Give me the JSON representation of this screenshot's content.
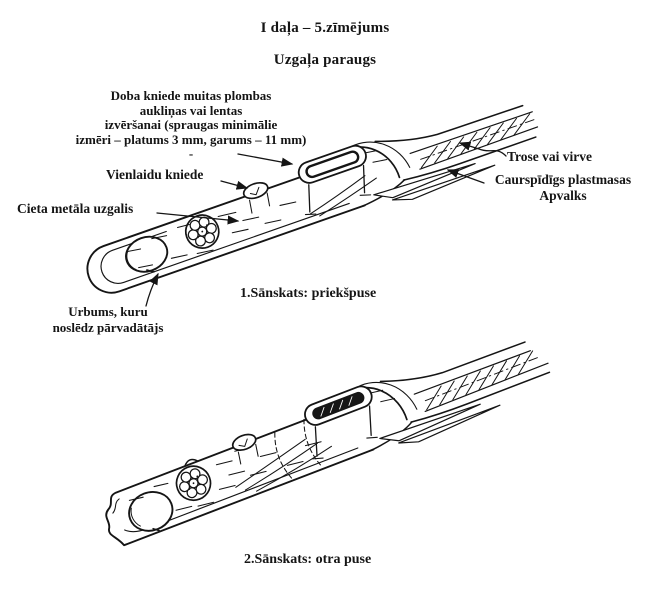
{
  "colors": {
    "ink": "#151515",
    "paper": "#ffffff"
  },
  "document": {
    "title": "I daļa – 5.zīmējums",
    "subtitle": "Uzgaļa paraugs"
  },
  "view1": {
    "caption": "1.Sānskats: priekšpuse",
    "labels": {
      "hollow_rivet": "Doba kniede muitas plombas\naukliņas vai lentas\nizvēršanai (spraugas minimālie\nizmēri – platums 3 mm, garums – 11 mm)\n-",
      "solid_rivet": "Vienlaidu kniede",
      "metal_tip": "Cieta metāla uzgalis",
      "rope": "Trose vai virve",
      "plastic_sheath": "Caurspīdīgs plastmasas\nApvalks",
      "drill_hole": "Urbums, kuru\nnoslēdz pārvadātājs"
    }
  },
  "view2": {
    "caption": "2.Sānskats: otra puse"
  }
}
